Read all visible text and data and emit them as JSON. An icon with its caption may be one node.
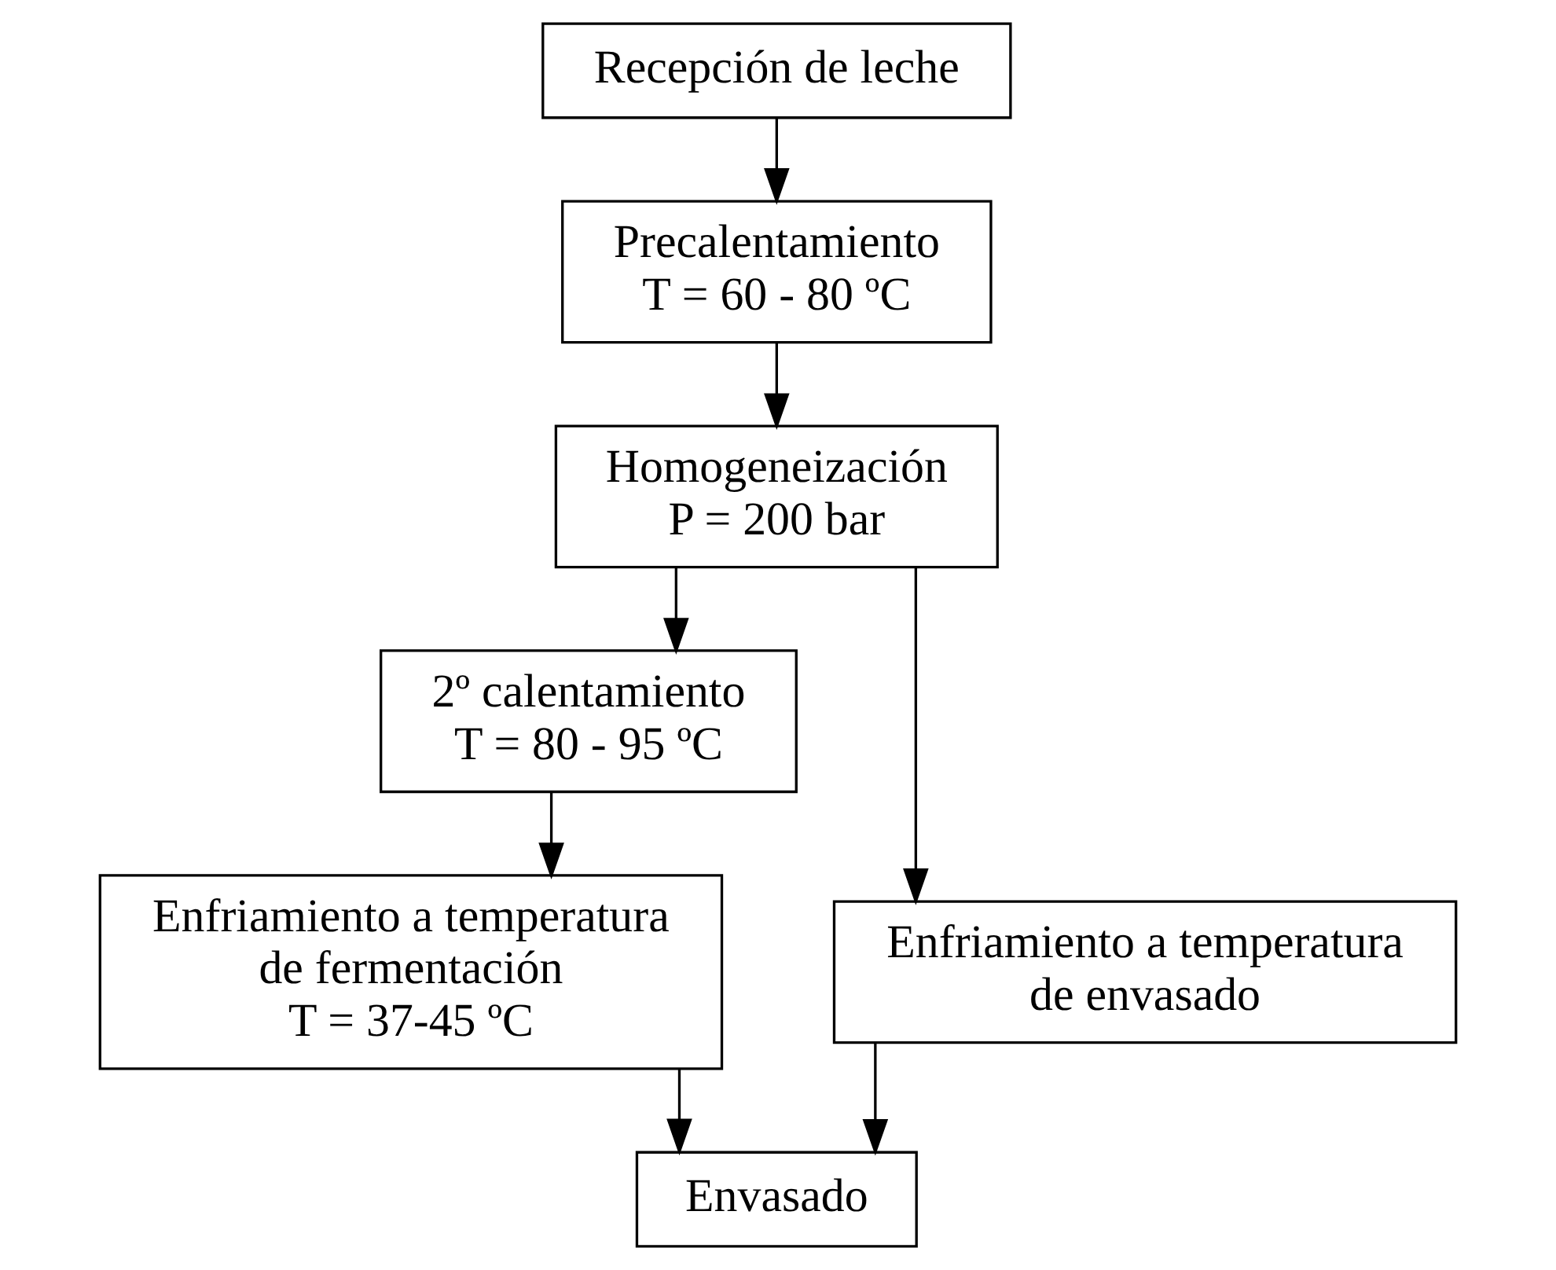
{
  "diagram": {
    "nodes": [
      {
        "text": [
          "Recepción de leche"
        ]
      },
      {
        "text": [
          "Precalentamiento",
          "T = 60 - 80 ºC"
        ]
      },
      {
        "text": [
          "Homogeneización",
          "P = 200 bar"
        ]
      },
      {
        "text": [
          "2º calentamiento",
          "T = 80 - 95 ºC"
        ]
      },
      {
        "text": [
          "Enfriamiento a temperatura de envasado"
        ]
      },
      {
        "text": [
          "Enfriamiento a temperatura de fermentación",
          "T = 37-45 ºC"
        ]
      },
      {
        "text": [
          "Envasado"
        ]
      }
    ],
    "edges": [
      {
        "from": 0,
        "to": 1,
        "arrow": "to"
      },
      {
        "from": 1,
        "to": 2,
        "arrow": "to"
      },
      {
        "from": 2,
        "to": 3,
        "arrow": "to"
      },
      {
        "from": 2,
        "to": 4,
        "arrow": "to"
      },
      {
        "from": 3,
        "to": 5,
        "arrow": "to"
      },
      {
        "from": 5,
        "to": 6,
        "arrow": "to"
      },
      {
        "from": 4,
        "to": 6,
        "arrow": "to"
      }
    ]
  }
}
